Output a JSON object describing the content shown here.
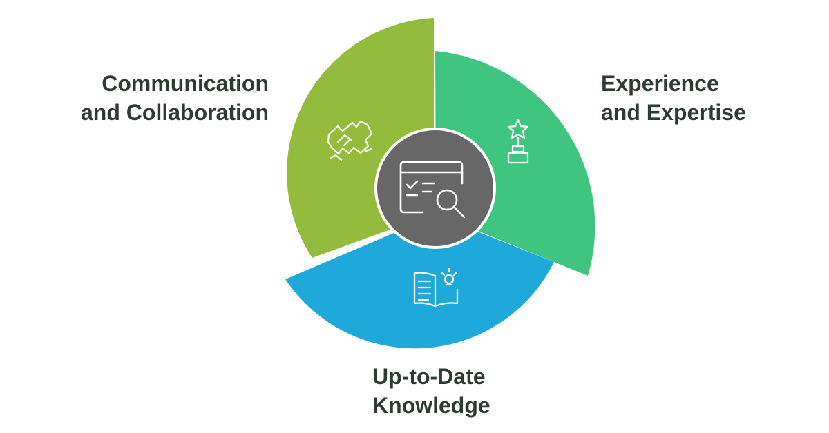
{
  "segments": [
    {
      "id": "communication",
      "title_lines": [
        "Communication",
        "and Collaboration"
      ],
      "color": "#93bb3c",
      "icon": "handshake-icon"
    },
    {
      "id": "experience",
      "title_lines": [
        "Experience",
        "and Expertise"
      ],
      "color": "#3fc580",
      "icon": "trophy-star-icon"
    },
    {
      "id": "knowledge",
      "title_lines": [
        "Up-to-Date",
        "Knowledge"
      ],
      "color": "#1fa9da",
      "icon": "book-lightbulb-icon"
    }
  ],
  "center": {
    "color": "#676767",
    "icon": "checklist-search-icon"
  },
  "colors": {
    "label_text": "#2e3b33",
    "icon_stroke": "#ffffff",
    "ring_border": "#ffffff"
  }
}
